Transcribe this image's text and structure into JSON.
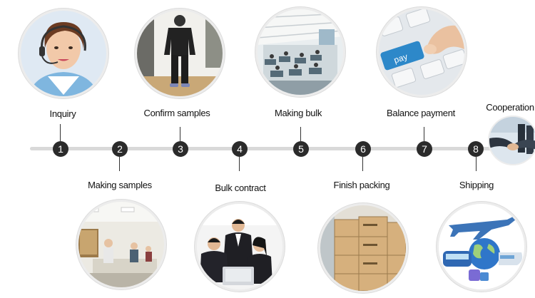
{
  "title": "",
  "steps": [
    {
      "number": "1",
      "label": "Inquiry"
    },
    {
      "number": "2",
      "label": "Making samples"
    },
    {
      "number": "3",
      "label": "Confirm samples"
    },
    {
      "number": "4",
      "label": "Bulk contract"
    },
    {
      "number": "5",
      "label": "Making bulk"
    },
    {
      "number": "6",
      "label": "Finish packing"
    },
    {
      "number": "7",
      "label": "Balance payment"
    },
    {
      "number": "8",
      "label": "Shipping"
    }
  ],
  "final": {
    "label": "Cooperation"
  },
  "photos": [
    {
      "icon": "customer-service-headset-icon"
    },
    {
      "icon": "sample-workshop-photo"
    },
    {
      "icon": "garment-on-model-photo"
    },
    {
      "icon": "business-meeting-photo"
    },
    {
      "icon": "factory-floor-photo"
    },
    {
      "icon": "stacked-cartons-photo"
    },
    {
      "icon": "pay-key-keyboard-photo"
    },
    {
      "icon": "plane-train-truck-globe-photo"
    },
    {
      "icon": "handshake-photo"
    }
  ],
  "colors": {
    "line": "#d9d9d9",
    "dot": "#2b2b2b",
    "pay_key": "#2d88c9"
  }
}
